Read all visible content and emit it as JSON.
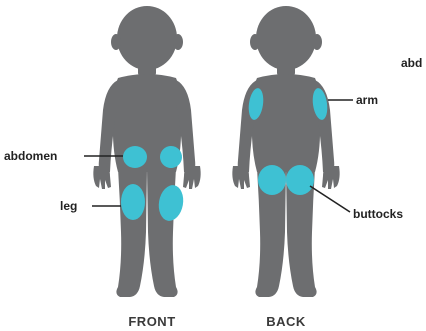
{
  "colors": {
    "body": "#6d6e70",
    "injection_site": "#3ec1d3",
    "text": "#222222"
  },
  "views": {
    "front": {
      "label": "FRONT",
      "sites": {
        "abdomen": "abdomen",
        "leg": "leg"
      }
    },
    "back": {
      "label": "BACK",
      "sites": {
        "arm": "arm",
        "buttocks": "buttocks"
      }
    }
  },
  "clipped_label": "abd"
}
